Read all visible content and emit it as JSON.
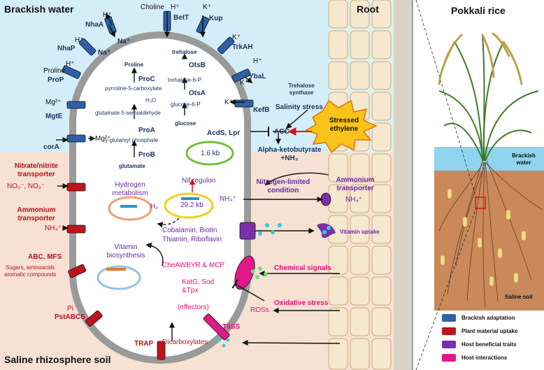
{
  "titles": {
    "brackish_water": "Brackish water",
    "root": "Root",
    "pokkali_rice": "Pokkali rice",
    "saline_soil_bottom": "Saline rhizosphere soil"
  },
  "transporters": {
    "nhaA": {
      "name": "NhaA",
      "ion_top": "H⁺",
      "ion_bottom": "Na⁺"
    },
    "choline": {
      "substrate": "Choline",
      "ion": "H⁺"
    },
    "betT": {
      "name": "BetT"
    },
    "kup": {
      "ion": "K⁺",
      "name": "Kup"
    },
    "nhaP": {
      "ion_top": "H⁺",
      "name": "NhaP",
      "ion_inner": "Na⁺"
    },
    "trkAH": {
      "ion": "K⁺",
      "name": "TrkAH"
    },
    "proP": {
      "substrate": "Proline",
      "ion": "H⁺",
      "name": "ProP"
    },
    "ybaL": {
      "ion_top": "H⁺",
      "name": "YbaL",
      "ion_bottom": "K⁺"
    },
    "mgtE": {
      "ion": "Mg²⁺",
      "name": "MgtE"
    },
    "kefB": {
      "ion": "K⁺",
      "name": "KefB"
    },
    "corA": {
      "name": "corA",
      "ion": "Mg²⁺"
    },
    "nitrate": {
      "title_line1": "Nitrate/nitrite",
      "title_line2": "transporter",
      "ions": "NO₃⁻, NO₂⁻"
    },
    "ammonium_left": {
      "title_line1": "Ammonium",
      "title_line2": "transporter",
      "ion": "NH₄⁺"
    },
    "abc": {
      "title": "ABC, MFS",
      "desc_line1": "Sugars, aminoacids",
      "desc_line2": "aromatic compounds"
    },
    "pst": {
      "ion": "Pi",
      "name": "PstABCS"
    },
    "trap": {
      "name": "TRAP"
    },
    "t6ss": {
      "name": "T6SS",
      "effectors": "(effectors)"
    }
  },
  "proline_pathway": {
    "end": "Proline",
    "enzyme1": "ProC",
    "inter1": "pyrroline-5-carboxylate",
    "water": "H₂O",
    "inter2": "glutamate 5-semialdehyde",
    "enzyme2": "ProA",
    "inter3": "γ-glutamyl phosphate",
    "enzyme3": "ProB",
    "start": "glutamate"
  },
  "trehalose_pathway": {
    "end": "trehalose",
    "enzyme1": "OtsB",
    "inter1": "trehalose-6-P",
    "enzyme2": "OtsA",
    "inter2": "glucose-6-P",
    "start": "glucose",
    "synthase_line1": "Trehalose",
    "synthase_line2": "synthase"
  },
  "acc": {
    "enzymes": "AcdS, Lpr",
    "acc": "ACC",
    "product_line1": "Alpha-ketobutyrate",
    "product_line2": "+NH₃",
    "plasmid": "1.6 kb",
    "salinity": "Salinity stress",
    "stressed_line1": "Stressed",
    "stressed_line2": "ethylene"
  },
  "nitrogen": {
    "nif": "Nif regulon",
    "condition_line1": "Nitrogen-limited",
    "condition_line2": "condition",
    "plasmid": "29.2 kb",
    "nh4": "NH₄⁺",
    "transporter_line1": "Ammonium",
    "transporter_line2": "transporter",
    "nh4_right": "NH₄⁺"
  },
  "hydrogen": {
    "line1": "Hydrogen",
    "line2": "metabolism",
    "h2": "H₂"
  },
  "vitamins": {
    "line1": "Cobalamin, Biotin",
    "line2": "Thiamin, Riboflavin",
    "uptake": "Vitamin uptake",
    "bio_line1": "Vitamin",
    "bio_line2": "biosynthesis"
  },
  "signals": {
    "chemotaxis": "CheAWBYR & MCP",
    "chemical": "Chemical signals"
  },
  "oxidative": {
    "enzymes_line1": "KatG, Sod",
    "enzymes_line2": "&Tpx",
    "stress": "Oxidative stress",
    "ros": "ROSs"
  },
  "dicarboxylates": "Dicarboxylates",
  "plant": {
    "brackish_line1": "Brackish",
    "brackish_line2": "water",
    "soil": "Saline soil"
  },
  "legend": [
    {
      "label": "Brackish adaptation",
      "color": "#2f5fa8"
    },
    {
      "label": "Plant material uptake",
      "color": "#c0141c"
    },
    {
      "label": "Host beneficial traits",
      "color": "#7b2fa8"
    },
    {
      "label": "Host interactions",
      "color": "#e0198a"
    }
  ],
  "colors": {
    "water": "#d4eef9",
    "soil": "#f6e1d3",
    "membrane": "#9a9a9a",
    "brackish_adaptation": "#2f5fa8",
    "plant_material_uptake": "#c0141c",
    "host_beneficial": "#7b2fa8",
    "host_interactions": "#e0198a"
  }
}
